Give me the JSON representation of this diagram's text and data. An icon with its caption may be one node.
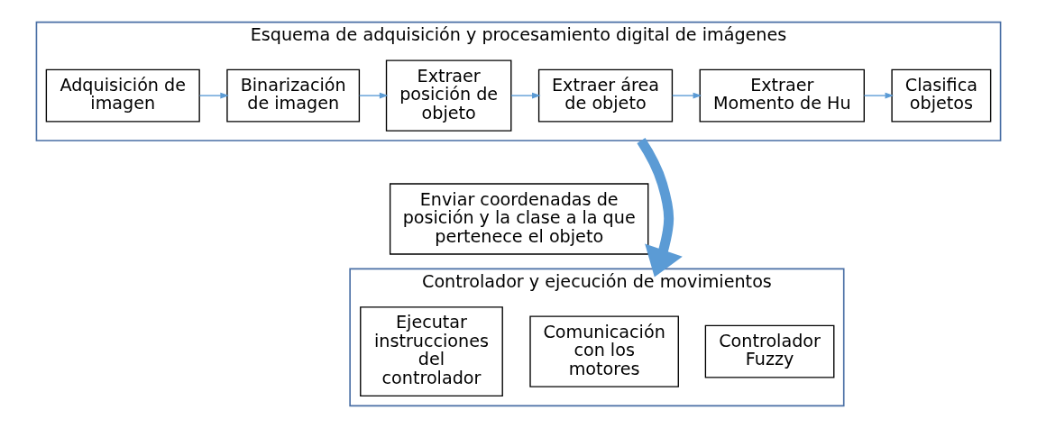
{
  "diagram": {
    "nodes": [
      {
        "text": [
          "Esquema de adquisición y procesamiento digital de imágenes"
        ]
      },
      {
        "text": [
          "Adquisición de imagen"
        ],
        "in": 0
      },
      {
        "text": [
          "Binarización de imagen"
        ],
        "in": 0
      },
      {
        "text": [
          "Extraer posición de objeto"
        ],
        "in": 0
      },
      {
        "text": [
          "Extraer área de objeto"
        ],
        "in": 0
      },
      {
        "text": [
          "Extraer Momento de Hu"
        ],
        "in": 0
      },
      {
        "text": [
          "Clasifica objetos"
        ],
        "in": 0
      },
      {
        "text": [
          "Enviar coordenadas de posición y la clase a la que pertenece el objeto"
        ]
      },
      {
        "text": [
          "Controlador y ejecución de movimientos"
        ]
      },
      {
        "text": [
          "Controlador Fuzzy"
        ],
        "in": 8
      },
      {
        "text": [
          "Comunicación con los motores"
        ],
        "in": 8
      },
      {
        "text": [
          "Ejecutar instrucciones del controlador"
        ],
        "in": 8
      }
    ],
    "edges": [
      {
        "from": 1,
        "to": 2,
        "arrow": "to",
        "color": "#5b9bd5"
      },
      {
        "from": 2,
        "to": 3,
        "arrow": "to",
        "color": "#5b9bd5"
      },
      {
        "from": 3,
        "to": 4,
        "arrow": "to",
        "color": "#5b9bd5"
      },
      {
        "from": 4,
        "to": 5,
        "arrow": "to",
        "color": "#5b9bd5"
      },
      {
        "from": 5,
        "to": 6,
        "arrow": "to",
        "color": "#5b9bd5"
      },
      {
        "from": 0,
        "to": 8,
        "arrow": "to",
        "style": "thick",
        "color": "#5b9bd5"
      }
    ]
  }
}
